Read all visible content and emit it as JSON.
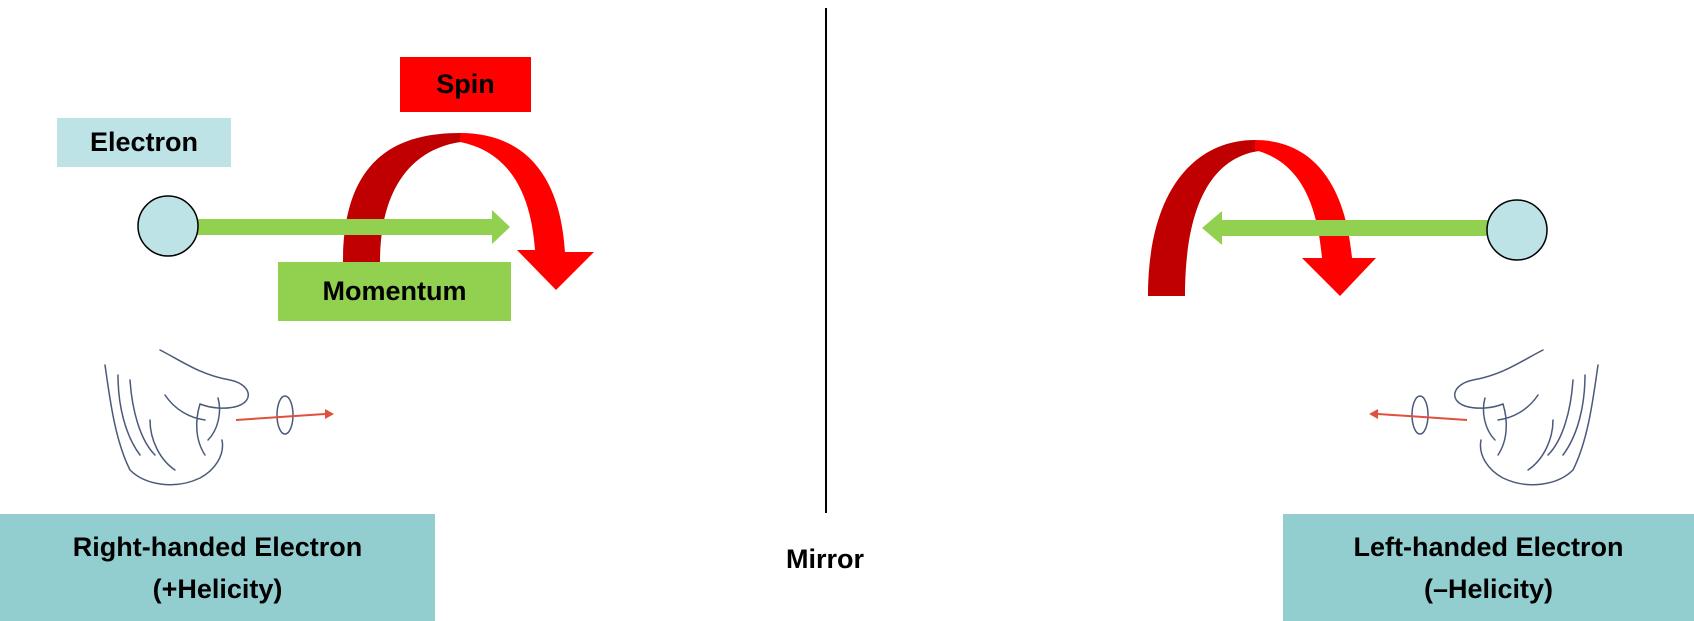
{
  "diagram": {
    "spin_label": "Spin",
    "electron_label": "Electron",
    "momentum_label": "Momentum",
    "mirror_label": "Mirror",
    "right_caption": {
      "line1": "Right-handed Electron",
      "line2": "(+Helicity)"
    },
    "left_caption": {
      "line1": "Left-handed Electron",
      "line2": "(–Helicity)"
    }
  },
  "colors": {
    "spin_red": "#ff0000",
    "spin_dark_red": "#c00000",
    "momentum_green": "#92d050",
    "electron_fill": "#bde3e7",
    "caption_teal": "#92cdd0"
  },
  "icons": [
    "electron-sphere-icon",
    "momentum-arrow-icon",
    "spin-arrow-icon",
    "right-hand-icon",
    "left-hand-icon"
  ]
}
